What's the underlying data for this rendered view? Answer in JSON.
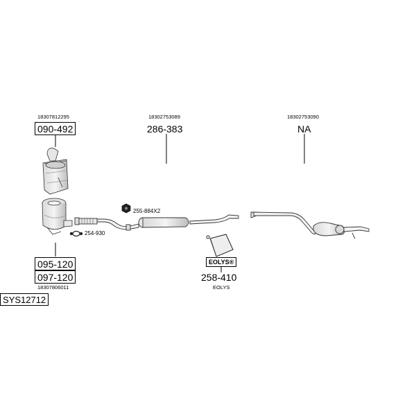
{
  "parts": {
    "cat_top": {
      "ref": "18307812295",
      "code": "090-492"
    },
    "cat_bottom": {
      "code1": "095-120",
      "code2": "097-120",
      "ref": "18307806011"
    },
    "mid_pipe": {
      "ref": "18302753089",
      "code": "286-383"
    },
    "rear_silencer": {
      "ref": "18302753090",
      "code": "NA"
    },
    "nut": {
      "code": "255-884X2"
    },
    "clamp": {
      "code": "254-930"
    },
    "eolys": {
      "badge": "EOLYS®",
      "code": "258-410",
      "name": "EOLYS"
    }
  },
  "system": {
    "code": "SYS12712"
  },
  "icons": [
    "catalytic-converter-icon",
    "particulate-filter-icon",
    "exhaust-pipe-icon",
    "nut-icon",
    "clamp-ring-icon",
    "fluid-bag-icon"
  ]
}
